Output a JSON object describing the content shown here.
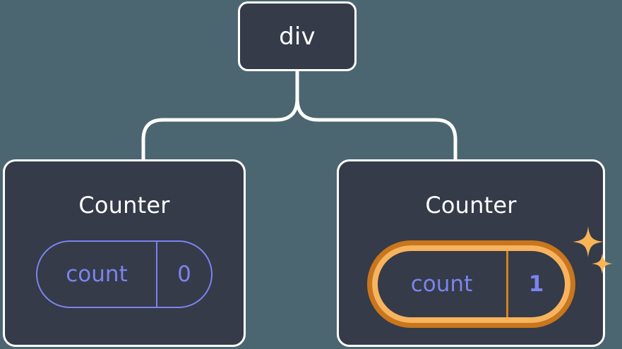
{
  "diagram": {
    "type": "component-tree",
    "background_color": "#4b6670",
    "node_fill_color": "#353b48",
    "node_border_color": "#ffffff",
    "connector_color": "#ffffff",
    "state_color": "#7c83f0",
    "highlight_outer_color": "#c9761d",
    "highlight_inner_color": "#f8b35e",
    "sparkle_color": "#f9b457"
  },
  "root": {
    "label": "div"
  },
  "children": [
    {
      "label": "Counter",
      "state": {
        "key": "count",
        "value": "0"
      },
      "highlighted": "false"
    },
    {
      "label": "Counter",
      "state": {
        "key": "count",
        "value": "1"
      },
      "highlighted": "true",
      "sparkle_icons": [
        "sparkle-large",
        "sparkle-small"
      ]
    }
  ]
}
